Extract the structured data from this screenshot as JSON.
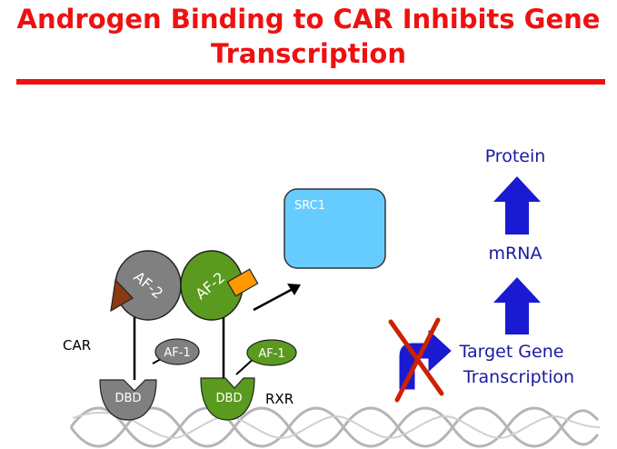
{
  "title": {
    "line1": "Androgen Binding to CAR Inhibits Gene",
    "line2": "Transcription"
  },
  "labels": {
    "src1": "SRC1",
    "car_af2": "AF-2",
    "rxr_af2": "AF-2",
    "car_af1": "AF-1",
    "rxr_af1": "AF-1",
    "car_dbd": "DBD",
    "rxr_dbd": "DBD",
    "car": "CAR",
    "rxr": "RXR",
    "protein": "Protein",
    "mrna": "mRNA",
    "target_line1": "Target Gene",
    "target_line2": "Transcription"
  },
  "colors": {
    "title": "#ee1111",
    "car_protein": "#808080",
    "rxr_protein": "#5a9a1e",
    "src1_box": "#66ccff",
    "androgen": "#8b3a10",
    "ligand_rxr": "#ff9900",
    "arrow_blue": "#1a1ad2",
    "cross": "#cc2200",
    "text_blue": "#1a1aa0"
  }
}
